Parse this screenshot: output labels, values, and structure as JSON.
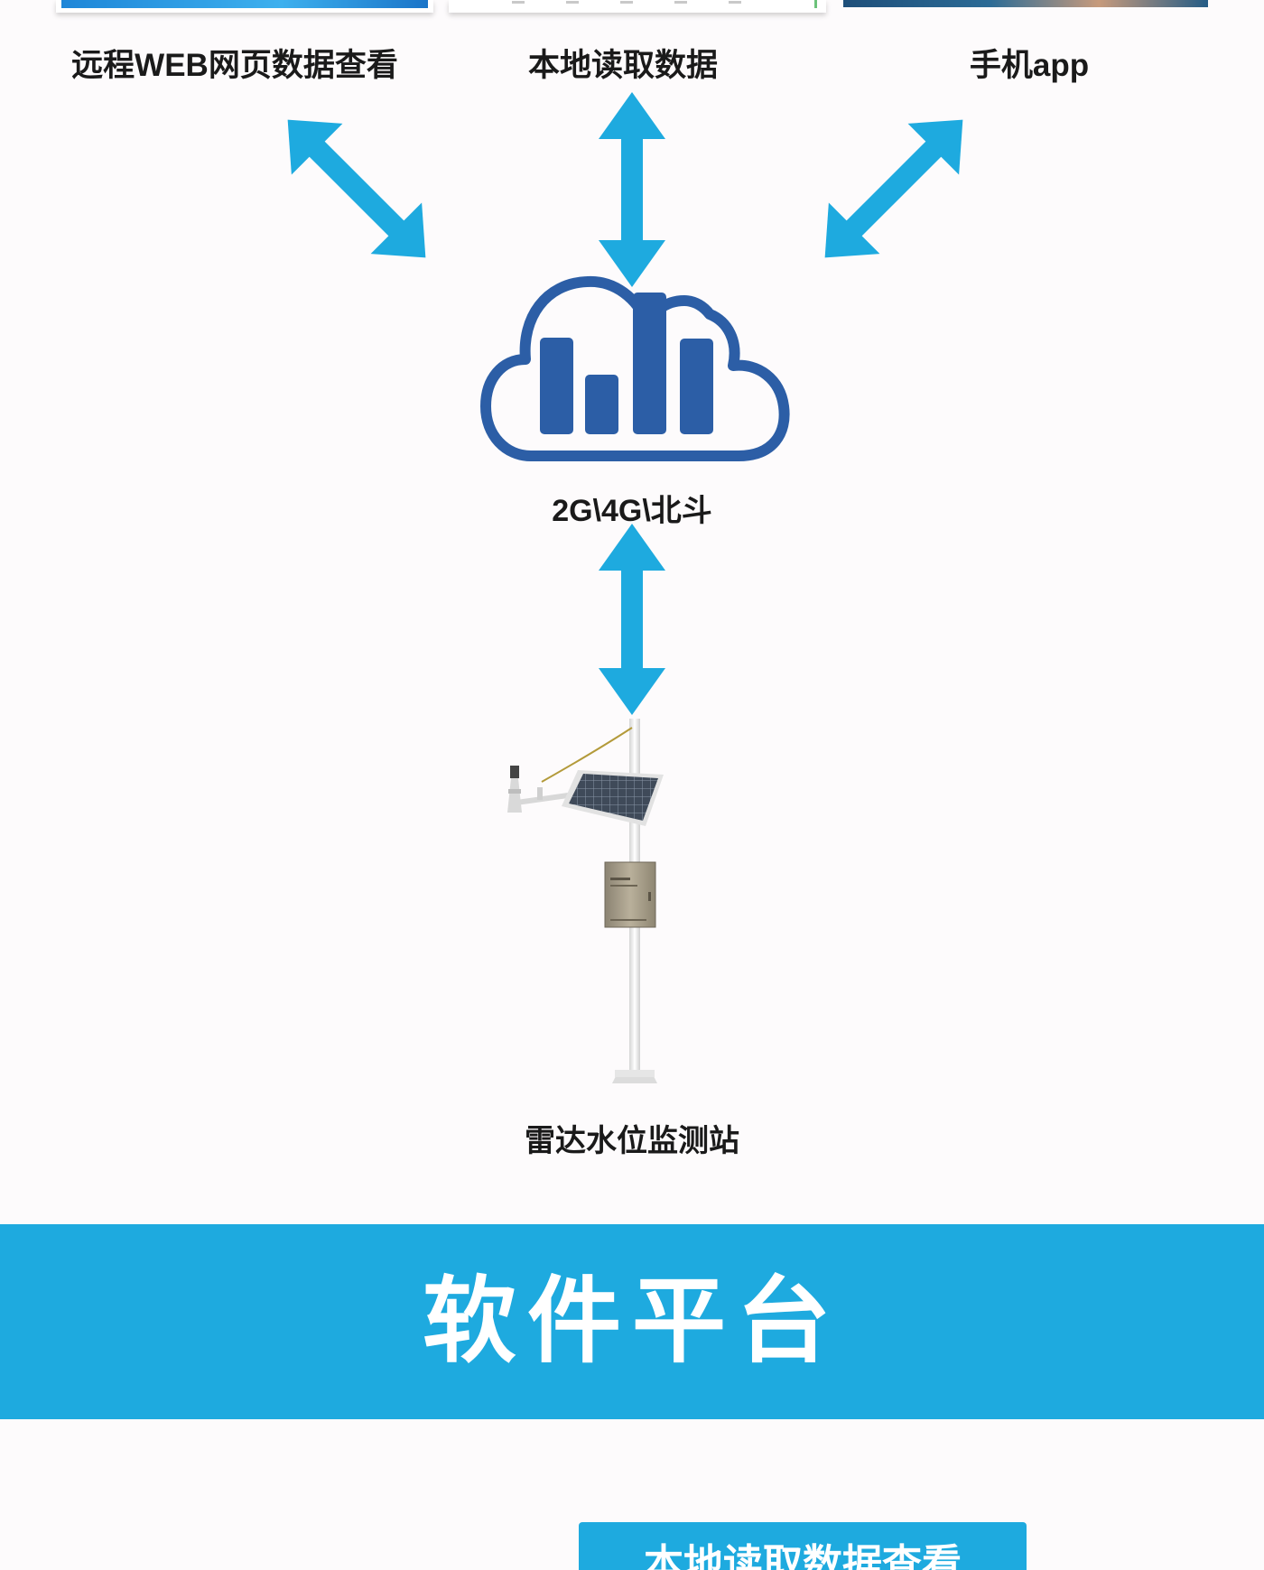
{
  "top_labels": {
    "web": "远程WEB网页数据查看",
    "local": "本地读取数据",
    "app": "手机app"
  },
  "network_label": "2G\\4G\\北斗",
  "station_label": "雷达水位监测站",
  "banner_title": "软件平台",
  "section_tab": "本地读取数据查看",
  "colors": {
    "arrow": "#1eaadf",
    "cloud": "#2c5ea6",
    "banner": "#1eaadf"
  },
  "icons": [
    "double-arrow-icon",
    "cloud-chart-icon",
    "radar-station-illustration"
  ]
}
